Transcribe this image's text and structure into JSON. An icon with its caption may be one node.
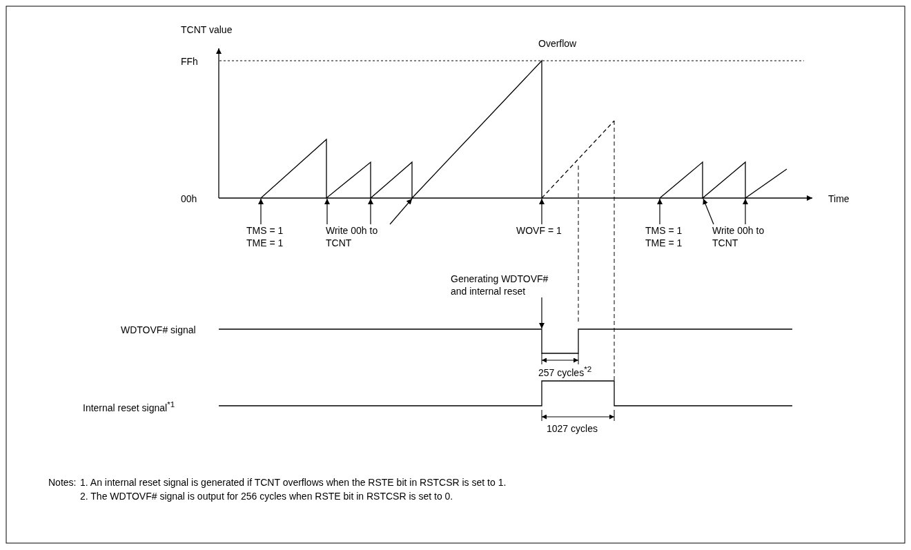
{
  "diagram": {
    "nodes": [
      {
        "text": [
          "TMS = 1 TME = 1"
        ]
      },
      {
        "text": [
          "Write 00h to TCNT"
        ]
      },
      {
        "text": [
          "WOVF = 1"
        ]
      },
      {
        "text": [
          "TMS = 1 TME = 1"
        ]
      },
      {
        "text": [
          "Write 00h to TCNT"
        ]
      },
      {
        "text": [
          "Generating WDTOVF# and internal reset"
        ]
      },
      {
        "text": [],
        "shape": "picture"
      },
      {
        "text": [],
        "shape": "picture"
      }
    ],
    "edges": [
      {
        "from": 0,
        "to": 6,
        "arrow": "to"
      },
      {
        "from": 1,
        "to": 6,
        "arrow": "to"
      },
      {
        "from": 1,
        "to": 6,
        "arrow": "to"
      },
      {
        "from": 1,
        "to": 6,
        "arrow": "to"
      },
      {
        "from": 2,
        "to": 6,
        "arrow": "to"
      },
      {
        "from": 3,
        "to": 6,
        "arrow": "to"
      },
      {
        "from": 4,
        "to": 6,
        "arrow": "to"
      },
      {
        "from": 4,
        "to": 6,
        "arrow": "to"
      },
      {
        "from": 5,
        "to": 7,
        "arrow": "to"
      }
    ],
    "labels": [
      "TCNT value",
      "Overflow",
      "FFh",
      "00h",
      "Time",
      "WDTOVF# signal",
      "257 cycles$^{*2}$",
      "Internal reset signal$^{*1}$",
      "1027 cycles",
      "Notes:",
      "1.   An internal reset signal is generated if TCNT overflows when the RSTE bit in RSTCSR is set to 1.",
      "2.   The WDTOVF# signal is output for 256 cycles when RSTE bit in RSTCSR is set to 0."
    ]
  }
}
